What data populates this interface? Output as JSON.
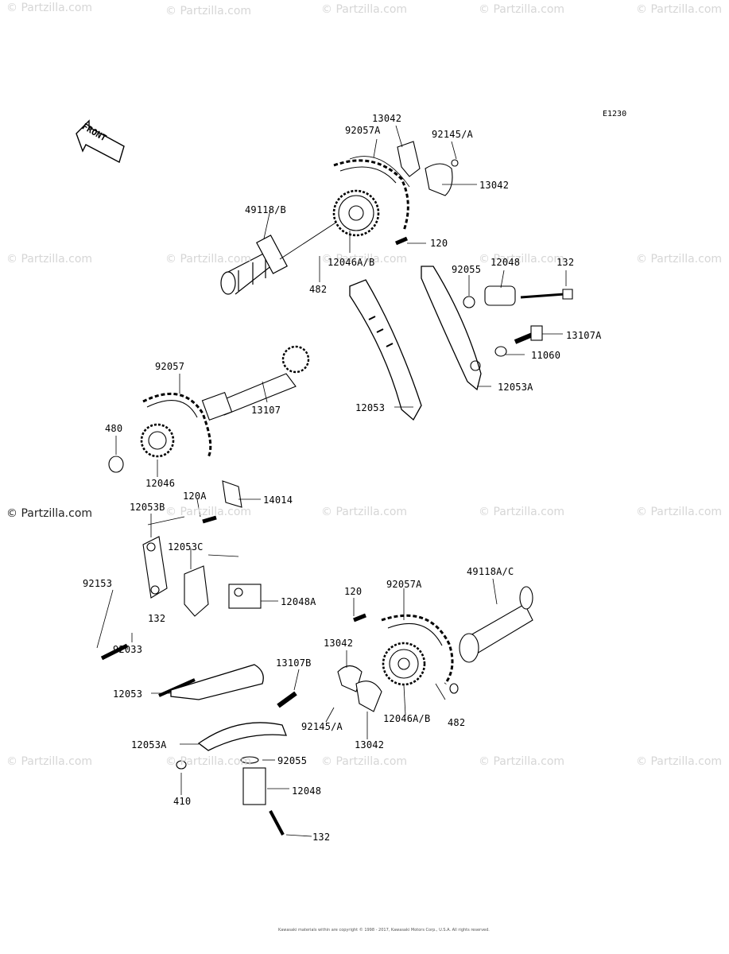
{
  "diagram": {
    "ref_code": "E1230",
    "front_label": "FRONT",
    "watermark": "© Partzilla.com",
    "copyright_line": "Kawasaki materials within are copyright © 1998 - 2017, Kawasaki Motors Corp., U.S.A. All rights reserved.",
    "labels": [
      {
        "id": "l13042a",
        "text": "13042"
      },
      {
        "id": "l92057a_top",
        "text": "92057A"
      },
      {
        "id": "l92145a_top",
        "text": "92145/A"
      },
      {
        "id": "l13042b",
        "text": "13042"
      },
      {
        "id": "l49118b",
        "text": "49118/B"
      },
      {
        "id": "l120_top",
        "text": "120"
      },
      {
        "id": "l12046ab_top",
        "text": "12046A/B"
      },
      {
        "id": "l482_top",
        "text": "482"
      },
      {
        "id": "l92055_top",
        "text": "92055"
      },
      {
        "id": "l12048_top",
        "text": "12048"
      },
      {
        "id": "l132_top",
        "text": "132"
      },
      {
        "id": "l13107a",
        "text": "13107A"
      },
      {
        "id": "l11060",
        "text": "11060"
      },
      {
        "id": "l12053a_top",
        "text": "12053A"
      },
      {
        "id": "l12053_top",
        "text": "12053"
      },
      {
        "id": "l92057",
        "text": "92057"
      },
      {
        "id": "l13107",
        "text": "13107"
      },
      {
        "id": "l480",
        "text": "480"
      },
      {
        "id": "l12046",
        "text": "12046"
      },
      {
        "id": "l120a",
        "text": "120A"
      },
      {
        "id": "l14014",
        "text": "14014"
      },
      {
        "id": "l12053b",
        "text": "12053B"
      },
      {
        "id": "l12053c",
        "text": "12053C"
      },
      {
        "id": "l92153",
        "text": "92153"
      },
      {
        "id": "l12048a",
        "text": "12048A"
      },
      {
        "id": "l132_mid",
        "text": "132"
      },
      {
        "id": "l92033",
        "text": "92033"
      },
      {
        "id": "l120_bot",
        "text": "120"
      },
      {
        "id": "l92057a_bot",
        "text": "92057A"
      },
      {
        "id": "l49118ac",
        "text": "49118A/C"
      },
      {
        "id": "l13042c",
        "text": "13042"
      },
      {
        "id": "l13107b",
        "text": "13107B"
      },
      {
        "id": "l12053_bot",
        "text": "12053"
      },
      {
        "id": "l12046ab_bot",
        "text": "12046A/B"
      },
      {
        "id": "l482_bot",
        "text": "482"
      },
      {
        "id": "l92145a_bot",
        "text": "92145/A"
      },
      {
        "id": "l13042d",
        "text": "13042"
      },
      {
        "id": "l12053a_bot",
        "text": "12053A"
      },
      {
        "id": "l92055_bot",
        "text": "92055"
      },
      {
        "id": "l12048_bot",
        "text": "12048"
      },
      {
        "id": "l410",
        "text": "410"
      },
      {
        "id": "l132_bot",
        "text": "132"
      }
    ]
  }
}
